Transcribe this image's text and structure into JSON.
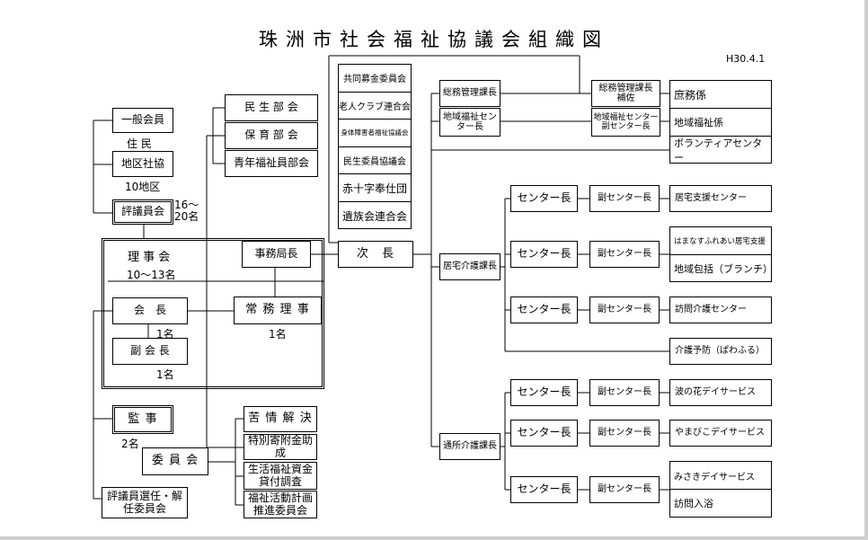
{
  "title": "珠洲市社会福祉協議会組織図",
  "date": "H30.4.1",
  "members": {
    "general": "一般会員",
    "residents": "住 民",
    "district": "地区社協",
    "district_count": "10地区",
    "council": "評議員会",
    "council_count": "16～\n20名"
  },
  "board": {
    "label": "理 事 会",
    "count": "10～13名",
    "chair": "会　長",
    "chair_count": "1名",
    "vice": "副 会 長",
    "vice_count": "1名",
    "managing": "常 務 理 事",
    "managing_count": "1名"
  },
  "auditor": {
    "label": "監 事",
    "count": "2名"
  },
  "selection_committee": "評議員選任・解任委員会",
  "committee": "委 員 会",
  "committees": [
    "苦 情 解 決",
    "特別寄附金助成",
    "生活福祉資金\n貸付調査",
    "福祉活動計画\n推進委員会"
  ],
  "departments": [
    "民 生 部 会",
    "保 育 部 会",
    "青年福祉員部会"
  ],
  "secretary_general": "事務局長",
  "deputy": "次　長",
  "organizations": [
    "共同募金委員会",
    "老人クラブ連合会",
    "身体障害者福祉協議会",
    "民生委員協議会",
    "赤十字奉仕団",
    "遺族会連合会"
  ],
  "general_affairs": {
    "manager": "総務管理課長",
    "assistant": "総務管理課長\n補佐",
    "regional": "地域福祉セン\nター長",
    "regional_deputy": "地域福祉センター\n副センター長",
    "units": [
      "庶務係",
      "地域福祉係",
      "ボランティアセンター"
    ]
  },
  "home_care": {
    "manager": "居宅介護課長",
    "center_head": "センター長",
    "deputy_head": "副センター長",
    "units": [
      "居宅支援センター",
      "はまなすふれあい居宅支援",
      "地域包括（ブランチ）",
      "訪問介護センター",
      "介護予防（ぱわふる）"
    ]
  },
  "day_care": {
    "manager": "通所介護課長",
    "units": [
      "波の花デイサービス",
      "やまびこデイサービス",
      "みさきデイサービス",
      "訪問入浴"
    ]
  }
}
